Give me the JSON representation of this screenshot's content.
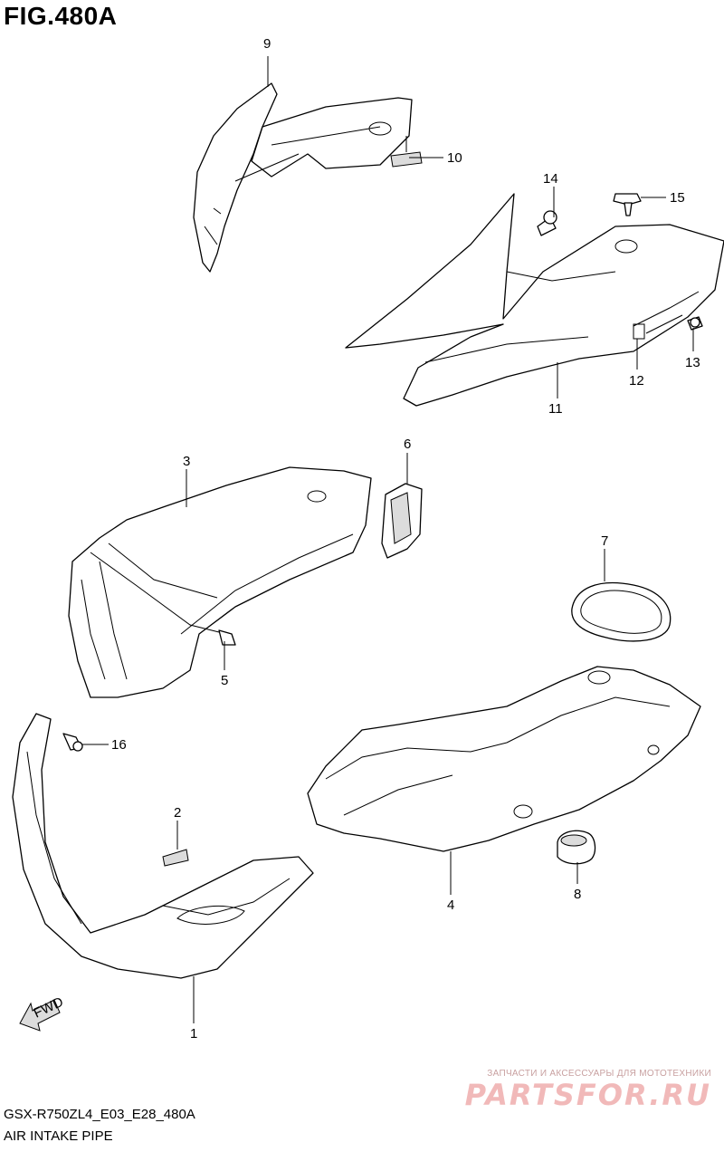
{
  "figure": {
    "title": "FIG.480A",
    "model_code": "GSX-R750ZL4_E03_E28_480A",
    "section_name": "AIR INTAKE PIPE"
  },
  "callouts": [
    {
      "id": "c1",
      "label": "1"
    },
    {
      "id": "c2",
      "label": "2"
    },
    {
      "id": "c3",
      "label": "3"
    },
    {
      "id": "c4",
      "label": "4"
    },
    {
      "id": "c5",
      "label": "5"
    },
    {
      "id": "c6",
      "label": "6"
    },
    {
      "id": "c7",
      "label": "7"
    },
    {
      "id": "c8",
      "label": "8"
    },
    {
      "id": "c9",
      "label": "9"
    },
    {
      "id": "c10",
      "label": "10"
    },
    {
      "id": "c11",
      "label": "11"
    },
    {
      "id": "c12",
      "label": "12"
    },
    {
      "id": "c13",
      "label": "13"
    },
    {
      "id": "c14",
      "label": "14"
    },
    {
      "id": "c15",
      "label": "15"
    },
    {
      "id": "c16",
      "label": "16"
    }
  ],
  "fwd_arrow": {
    "label": "FWD"
  },
  "watermark": {
    "tagline": "ЗАПЧАСТИ И АКСЕССУАРЫ ДЛЯ МОТОТЕХНИКИ",
    "logo": "PARTSFOR.RU"
  }
}
